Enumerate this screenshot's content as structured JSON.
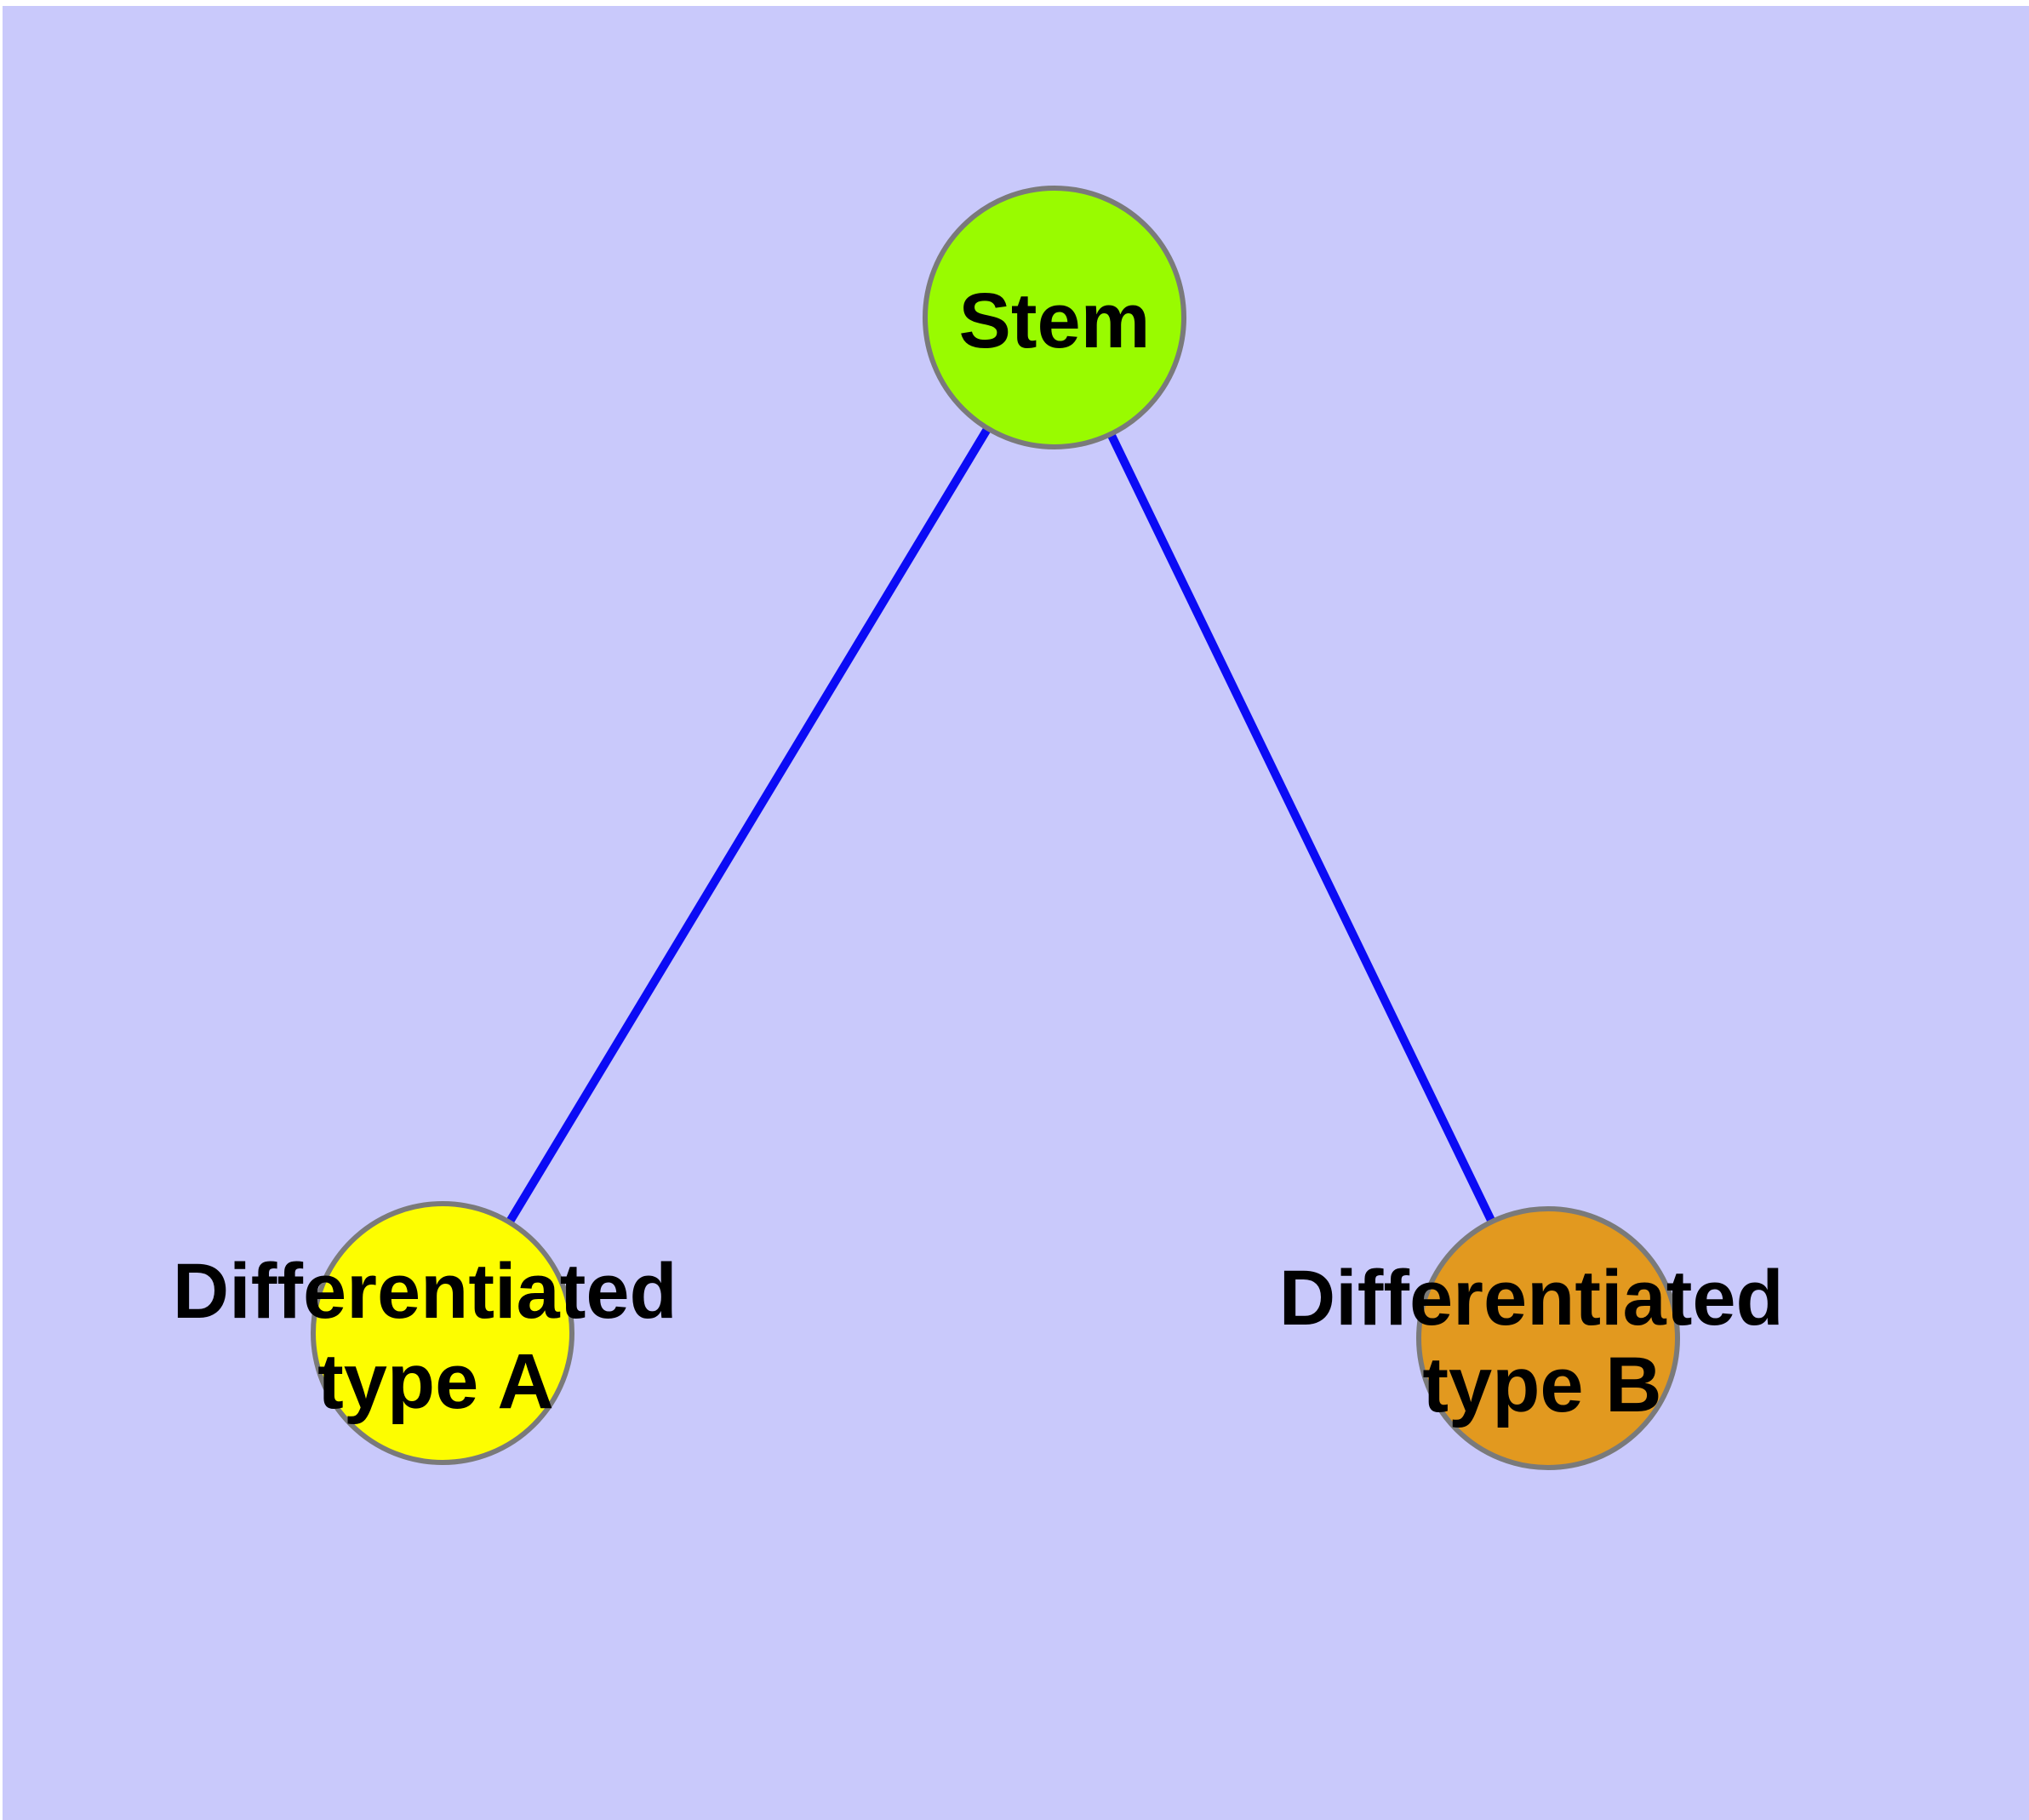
{
  "diagram": {
    "canvas_color": "#c9c9fb",
    "page_margin_color": "#ffffff",
    "edge_color": "#0b0bf5",
    "node_border_color": "#7a7a7a",
    "label_color": "#000000",
    "nodes": {
      "stem": {
        "label": "Stem",
        "fill": "#99fb00"
      },
      "type_a": {
        "label_line1": "Differentiated",
        "label_line2": "type A",
        "fill": "#fdfd00"
      },
      "type_b": {
        "label_line1": "Differentiated",
        "label_line2": "type B",
        "fill": "#e2991f"
      }
    },
    "edges": {
      "stem_to_type_a": "Stem → Differentiated type A",
      "stem_to_type_b": "Stem → Differentiated type B"
    }
  }
}
